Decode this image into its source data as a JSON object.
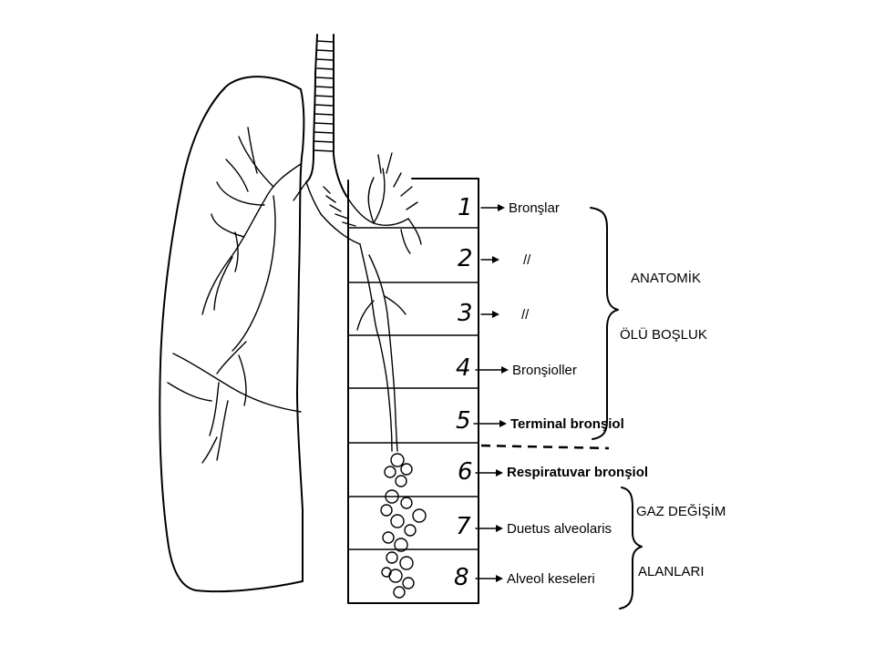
{
  "rows": [
    {
      "number": "1",
      "label": "Bronşlar"
    },
    {
      "number": "2",
      "label": "//"
    },
    {
      "number": "3",
      "label": "//"
    },
    {
      "number": "4",
      "label": "Bronşioller"
    },
    {
      "number": "5",
      "label": "Terminal bronşiol"
    },
    {
      "number": "6",
      "label": "Respiratuvar bronşiol"
    },
    {
      "number": "7",
      "label": "Duetus alveolaris"
    },
    {
      "number": "8",
      "label": "Alveol keseleri"
    }
  ],
  "groups": {
    "anatomic": {
      "line1": "ANATOMİK",
      "line2": "ÖLÜ BOŞLUK"
    },
    "gas_exchange": {
      "line1": "GAZ DEĞİŞİM",
      "line2": "ALANLARI"
    }
  }
}
